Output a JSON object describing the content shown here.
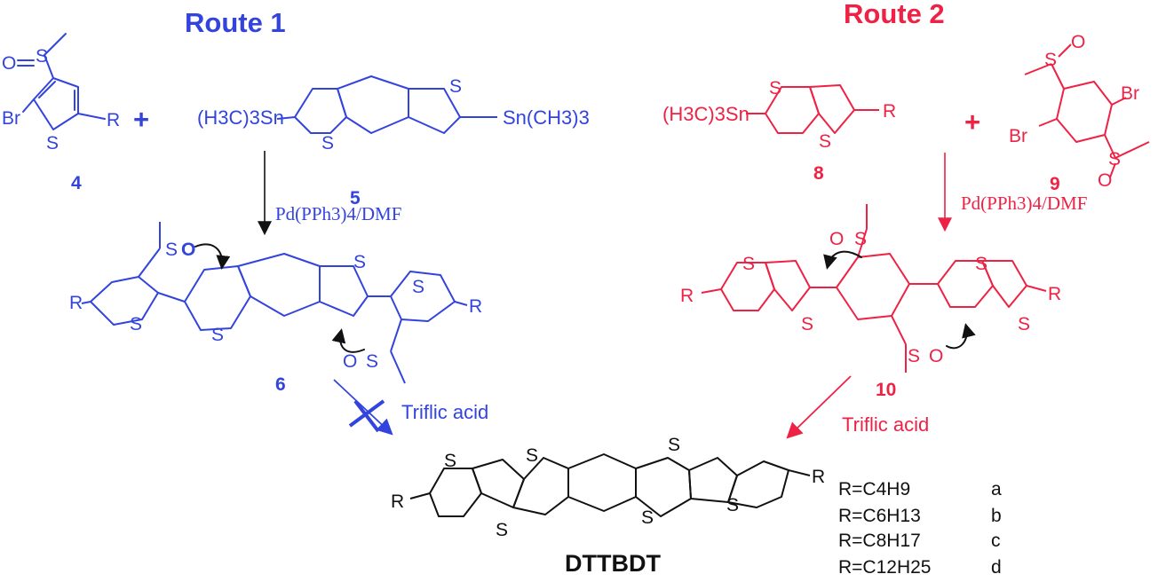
{
  "colors": {
    "route1": "#3344dd",
    "route2": "#ee2244",
    "product": "#111111"
  },
  "route1": {
    "title": "Route 1",
    "cmpd4": "4",
    "cmpd5": "5",
    "cmpd6": "6",
    "stannyl_left": "(H3C)3Sn",
    "stannyl_right": "Sn(CH3)3",
    "catalyst": "Pd(PPh3)4/DMF",
    "acid": "Triflic acid",
    "plus": "+"
  },
  "route2": {
    "title": "Route 2",
    "cmpd8": "8",
    "cmpd9": "9",
    "cmpd10": "10",
    "stannyl": "(H3C)3Sn",
    "catalyst": "Pd(PPh3)4/DMF",
    "acid": "Triflic acid",
    "plus": "+"
  },
  "product": {
    "name": "DTTBDT",
    "r_groups": [
      {
        "formula": "R=C4H9",
        "tag": "a"
      },
      {
        "formula": "R=C6H13",
        "tag": "b"
      },
      {
        "formula": "R=C8H17",
        "tag": "c"
      },
      {
        "formula": "R=C12H25",
        "tag": "d"
      }
    ]
  },
  "atoms": {
    "S": "S",
    "R": "R",
    "Br": "Br",
    "O": "O"
  }
}
